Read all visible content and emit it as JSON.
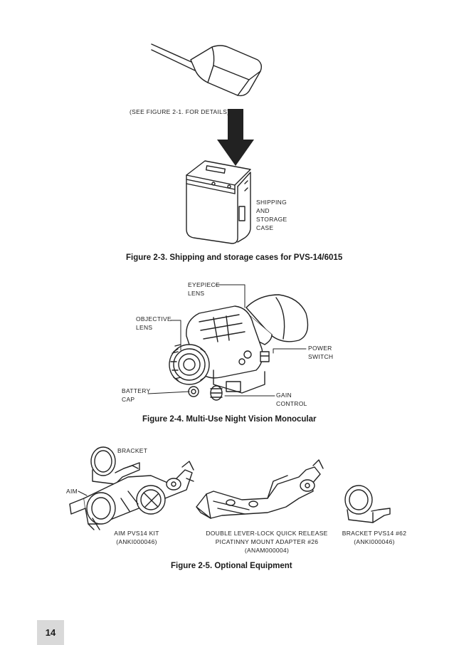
{
  "figure_2_3": {
    "see_figure_note": "(SEE FIGURE 2-1. FOR DETAILS)",
    "shipping_label_lines": [
      "SHIPPING",
      "AND",
      "STORAGE",
      "CASE"
    ],
    "caption": "Figure 2-3. Shipping and storage cases for PVS-14/6015"
  },
  "figure_2_4": {
    "eyepiece_lines": [
      "EYEPIECE",
      "LENS"
    ],
    "objective_lines": [
      "OBJECTIVE",
      "LENS"
    ],
    "power_lines": [
      "POWER",
      "SWITCH"
    ],
    "battery_lines": [
      "BATTERY",
      "CAP"
    ],
    "gain_lines": [
      "GAIN",
      "CONTROL"
    ],
    "caption": "Figure 2-4. Multi-Use Night Vision Monocular"
  },
  "figure_2_5": {
    "bracket_label": "BRACKET",
    "aim_label": "AIM",
    "aim_kit_lines": [
      "AIM PVS14 KIT",
      "(ANKI000046)"
    ],
    "adapter_lines": [
      "DOUBLE LEVER-LOCK QUICK RELEASE",
      "PICATINNY MOUNT ADAPTER #26",
      "(ANAM000004)"
    ],
    "bracket62_lines": [
      "BRACKET PVS14 #62",
      "(ANKI000046)"
    ],
    "caption": "Figure 2-5. Optional Equipment"
  },
  "page_number": "14"
}
